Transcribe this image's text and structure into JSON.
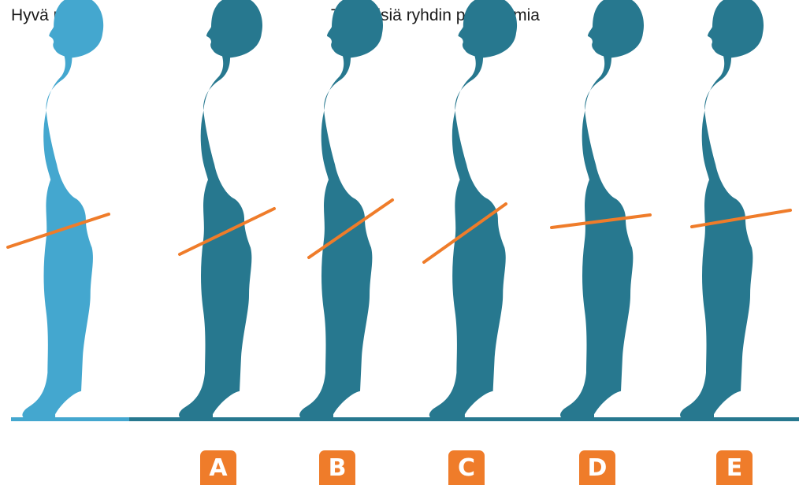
{
  "titles": {
    "good": "Hyvä ryhti",
    "deviations": "Tyypillisiä ryhdin poikkeamia"
  },
  "colors": {
    "good_figure": "#44a7cf",
    "deviation_figure": "#27788f",
    "pelvis_line": "#ef7c2a",
    "ground_good": "#44a7cf",
    "ground_deviation": "#27788f",
    "badge": "#ef7c2a"
  },
  "badges": [
    "A",
    "B",
    "C",
    "D",
    "E"
  ]
}
